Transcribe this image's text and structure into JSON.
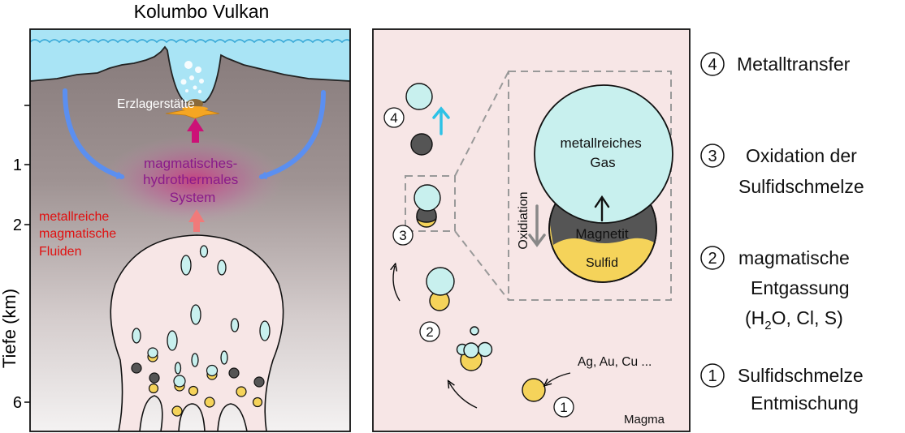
{
  "left_panel": {
    "title": "Kolumbo Vulkan",
    "ore_deposit_label": "Erzlagerstätte",
    "system_label": [
      "magmatisches-",
      "hydrothermales",
      "System"
    ],
    "fluids_label": [
      "metallreiche",
      "magmatische",
      "Fluiden"
    ],
    "axis_label": "Tiefe (km)",
    "depth_ticks": [
      {
        "label": "",
        "depth_km": 0.2
      },
      {
        "label": "1",
        "depth_km": 1
      },
      {
        "label": "2",
        "depth_km": 2
      },
      {
        "label": "6",
        "depth_km": 6
      }
    ]
  },
  "right_panel": {
    "magma_label": "Magma",
    "metals_label": "Ag, Au, Cu ...",
    "oxidation_label": "Oxidiation",
    "gas_label": [
      "metallreiches",
      "Gas"
    ],
    "magnetite_label": "Magnetit",
    "sulfide_label": "Sulfid",
    "step_markers": [
      "4",
      "3",
      "2",
      "1"
    ]
  },
  "legend": [
    {
      "number": "4",
      "lines": [
        "Metalltransfer"
      ]
    },
    {
      "number": "3",
      "lines": [
        "Oxidation der",
        "Sulfidschmelze"
      ]
    },
    {
      "number": "2",
      "lines": [
        "magmatische",
        "Entgassung",
        "(H2O, Cl, S)"
      ]
    },
    {
      "number": "1",
      "lines": [
        "Sulfidschmelze",
        "Entmischung"
      ]
    }
  ],
  "colors": {
    "sea": "#a9e4f5",
    "crust": "#7a6e6e",
    "magma": "#f7e6e6",
    "bubble": "#c8f0ee",
    "sulfide": "#f5d35a",
    "magnetite": "#555555",
    "blue_arrow": "#5b8ff0",
    "magenta": "#cc1177",
    "red_text": "#e01010",
    "purple_text": "#8a1a8a"
  }
}
